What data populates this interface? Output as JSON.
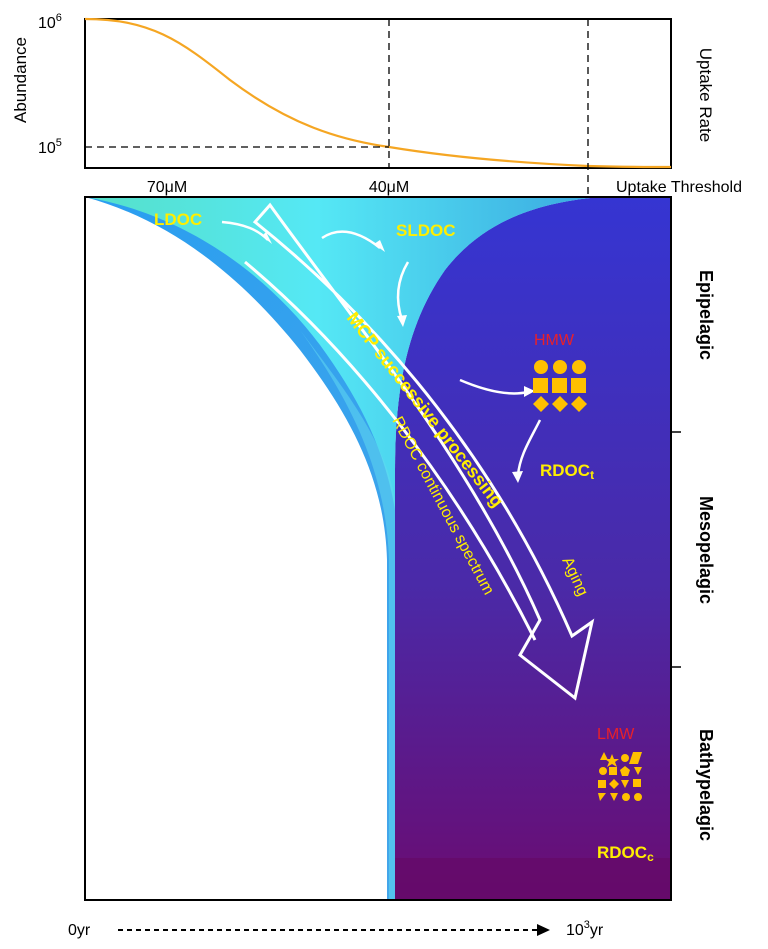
{
  "top_panel": {
    "ylabel": "Abundance",
    "right_label": "Uptake Rate",
    "tick_1e6_base": "10",
    "tick_1e6_exp": "6",
    "tick_1e5_base": "10",
    "tick_1e5_exp": "5",
    "x_labels": [
      "70μM",
      "40μM"
    ],
    "uptake_threshold": "Uptake Threshold",
    "curve_color": "#f5a623"
  },
  "main_panel": {
    "ldoc": "LDOC",
    "sldoc": "SLDOC",
    "hmw": "HMW",
    "rdoct_base": "RDOC",
    "rdoct_sub": "t",
    "lmw": "LMW",
    "rdocc_base": "RDOC",
    "rdocc_sub": "c",
    "mcp": "MCP successive processing",
    "rdoc_spectrum": "RDOC continuous spectrum",
    "aging": "Aging",
    "zones": [
      "Epipelagic",
      "Mesopelagic",
      "Bathypelagic"
    ],
    "colors": {
      "label_yellow": "#ffee00",
      "label_red": "#e8202a",
      "shape_gold": "#ffc000"
    }
  },
  "time_axis": {
    "start": "0yr",
    "end_base": "10",
    "end_exp": "3",
    "end_unit": "yr"
  }
}
